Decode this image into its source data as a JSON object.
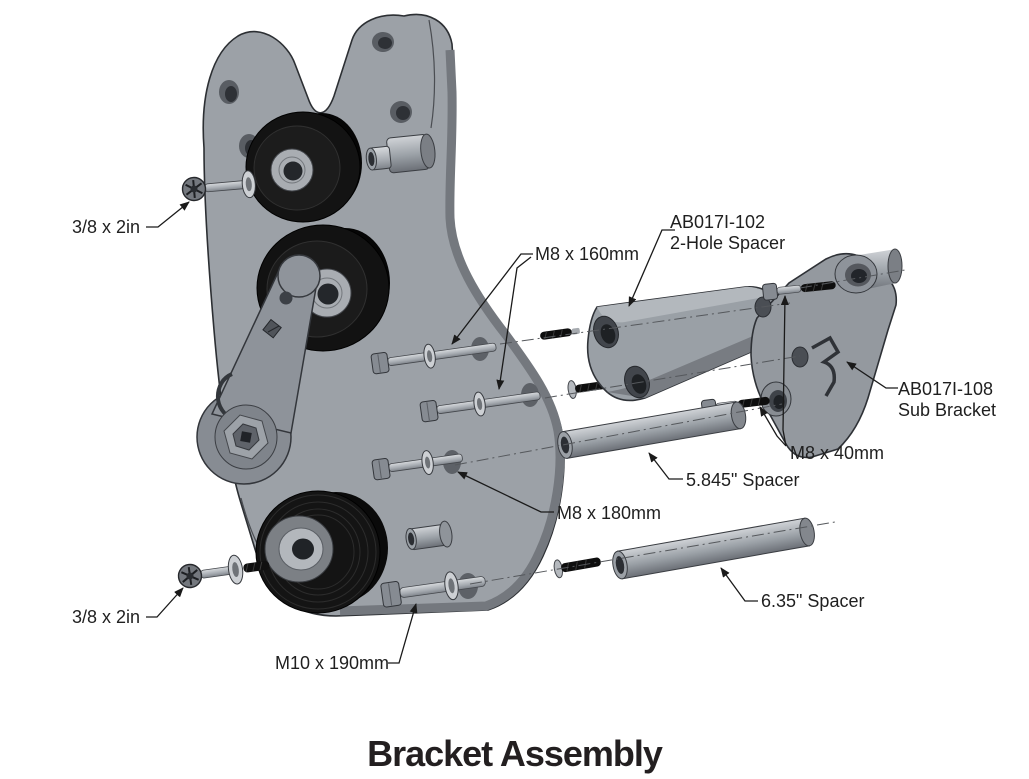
{
  "title": "Bracket Assembly",
  "callouts": {
    "bolt_top": "3/8 x 2in",
    "m8_160": "M8 x 160mm",
    "two_hole_spacer": {
      "part_no": "AB017I-102",
      "name": "2-Hole Spacer"
    },
    "sub_bracket": {
      "part_no": "AB017I-108",
      "name": "Sub Bracket"
    },
    "m8_40": "M8 x 40mm",
    "spacer_5845": "5.845\" Spacer",
    "m8_180": "M8 x 180mm",
    "spacer_635": "6.35\" Spacer",
    "m10_190": "M10 x 190mm",
    "bolt_bottom": "3/8 x 2in"
  },
  "colors": {
    "metal_gray": "#9ca1a7",
    "dark_part": "#141414",
    "leader_line": "#1a1a1a",
    "label_text": "#1f1f1f",
    "title_text": "#231f20"
  }
}
